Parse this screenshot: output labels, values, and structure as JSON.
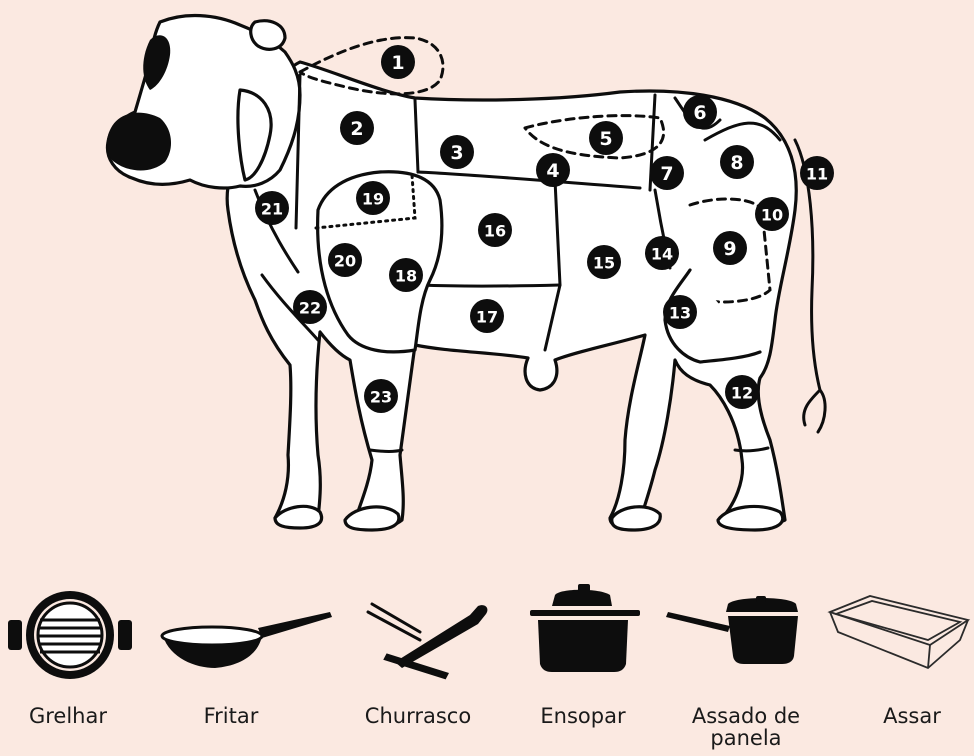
{
  "cuts": [
    {
      "n": "1"
    },
    {
      "n": "2"
    },
    {
      "n": "3"
    },
    {
      "n": "4"
    },
    {
      "n": "5"
    },
    {
      "n": "6"
    },
    {
      "n": "7"
    },
    {
      "n": "8"
    },
    {
      "n": "9"
    },
    {
      "n": "10"
    },
    {
      "n": "11"
    },
    {
      "n": "12"
    },
    {
      "n": "13"
    },
    {
      "n": "14"
    },
    {
      "n": "15"
    },
    {
      "n": "16"
    },
    {
      "n": "17"
    },
    {
      "n": "18"
    },
    {
      "n": "19"
    },
    {
      "n": "20"
    },
    {
      "n": "21"
    },
    {
      "n": "22"
    },
    {
      "n": "23"
    }
  ],
  "methods": [
    {
      "label": "Grelhar",
      "icon": "grill-icon"
    },
    {
      "label": "Fritar",
      "icon": "frying-pan-icon"
    },
    {
      "label": "Churrasco",
      "icon": "barbecue-fork-knife-icon"
    },
    {
      "label": "Ensopar",
      "icon": "stew-pot-icon"
    },
    {
      "label": "Assado de panela",
      "icon": "saucepan-icon"
    },
    {
      "label": "Assar",
      "icon": "baking-dish-icon"
    }
  ],
  "colors": {
    "background": "#fbe9e1",
    "ink": "#0d0d0d"
  }
}
